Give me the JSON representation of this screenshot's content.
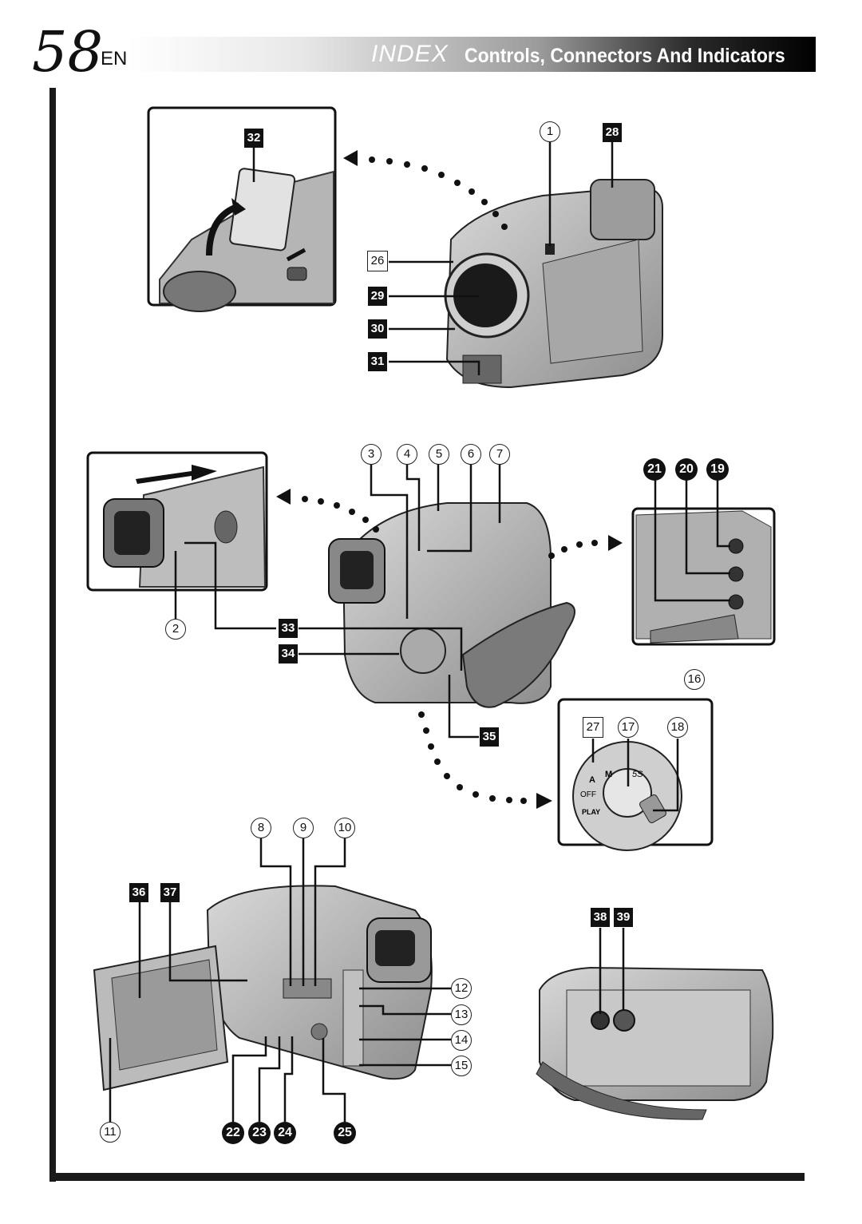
{
  "header": {
    "page_number": "58",
    "language": "EN",
    "index_word": "INDEX",
    "title": "Controls, Connectors And Indicators"
  },
  "callouts": {
    "c1": "1",
    "c2": "2",
    "c3": "3",
    "c4": "4",
    "c5": "5",
    "c6": "6",
    "c7": "7",
    "c8": "8",
    "c9": "9",
    "c10": "10",
    "c11": "11",
    "c12": "12",
    "c13": "13",
    "c14": "14",
    "c15": "15",
    "c16": "16",
    "c17": "17",
    "c18": "18",
    "c19": "19",
    "c20": "20",
    "c21": "21",
    "c22": "22",
    "c23": "23",
    "c24": "24",
    "c25": "25",
    "c26": "26",
    "c27": "27",
    "c28": "28",
    "c29": "29",
    "c30": "30",
    "c31": "31",
    "c32": "32",
    "c33": "33",
    "c34": "34",
    "c35": "35",
    "c36": "36",
    "c37": "37",
    "c38": "38",
    "c39": "39"
  },
  "dial_labels": {
    "auto": "A",
    "manual": "M",
    "off": "OFF",
    "play": "PLAY",
    "five_s": "5S"
  }
}
